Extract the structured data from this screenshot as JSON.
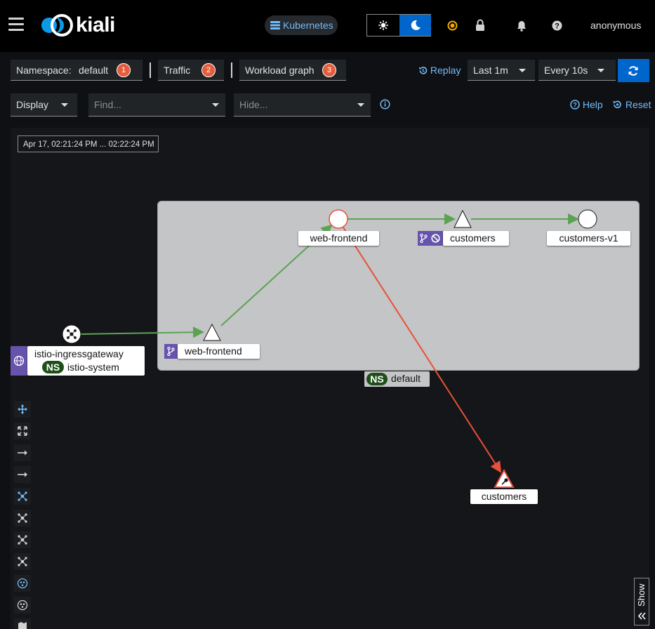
{
  "masthead": {
    "brand": "kiali",
    "cluster_label": "Kubernetes",
    "user": "anonymous",
    "icons": [
      "hamburger-icon",
      "kiali-logo-icon",
      "server-icon",
      "sun-icon",
      "moon-icon",
      "status-circle-icon",
      "lock-icon",
      "bell-icon",
      "help-icon"
    ]
  },
  "toolbar": {
    "namespace_label": "Namespace:",
    "namespace_value": "default",
    "namespace_badge": "1",
    "traffic_label": "Traffic",
    "traffic_badge": "2",
    "graph_type_label": "Workload graph",
    "graph_type_badge": "3",
    "replay_label": "Replay",
    "duration": "Last 1m",
    "refresh": "Every 10s"
  },
  "filters": {
    "display_label": "Display",
    "find_placeholder": "Find...",
    "hide_placeholder": "Hide...",
    "help_label": "Help",
    "reset_label": "Reset"
  },
  "graph": {
    "time_range": "Apr 17, 02:21:24 PM ... 02:22:24 PM",
    "namespace_box": {
      "badge": "NS",
      "label": "default"
    },
    "nodes": {
      "ingress": {
        "label": "istio-ingressgateway",
        "ns_badge": "NS",
        "ns_label": "istio-system"
      },
      "web_frontend_service": {
        "label": "web-frontend"
      },
      "web_frontend_workload": {
        "label": "web-frontend"
      },
      "customers_service": {
        "label": "customers"
      },
      "customers_v1": {
        "label": "customers-v1"
      },
      "customers_external": {
        "label": "customers"
      }
    },
    "colors": {
      "healthy_edge": "#5ba352",
      "error_edge": "#e8503a",
      "namespace_box": "#c4c5c7",
      "badge_ns": "#1e4f18",
      "badge_purple": "#6753ac"
    }
  },
  "side_toolbar": {
    "icons": [
      "move-icon",
      "fit-icon",
      "layout-arrow-icon",
      "layout-arrow-2-icon",
      "layout-dagre-icon",
      "layout-cose-icon",
      "layout-cola-icon",
      "layout-grid-icon",
      "namespace-layout-icon",
      "namespace-layout-2-icon",
      "legend-map-icon"
    ]
  },
  "legend_toggle": {
    "label": "Show"
  }
}
